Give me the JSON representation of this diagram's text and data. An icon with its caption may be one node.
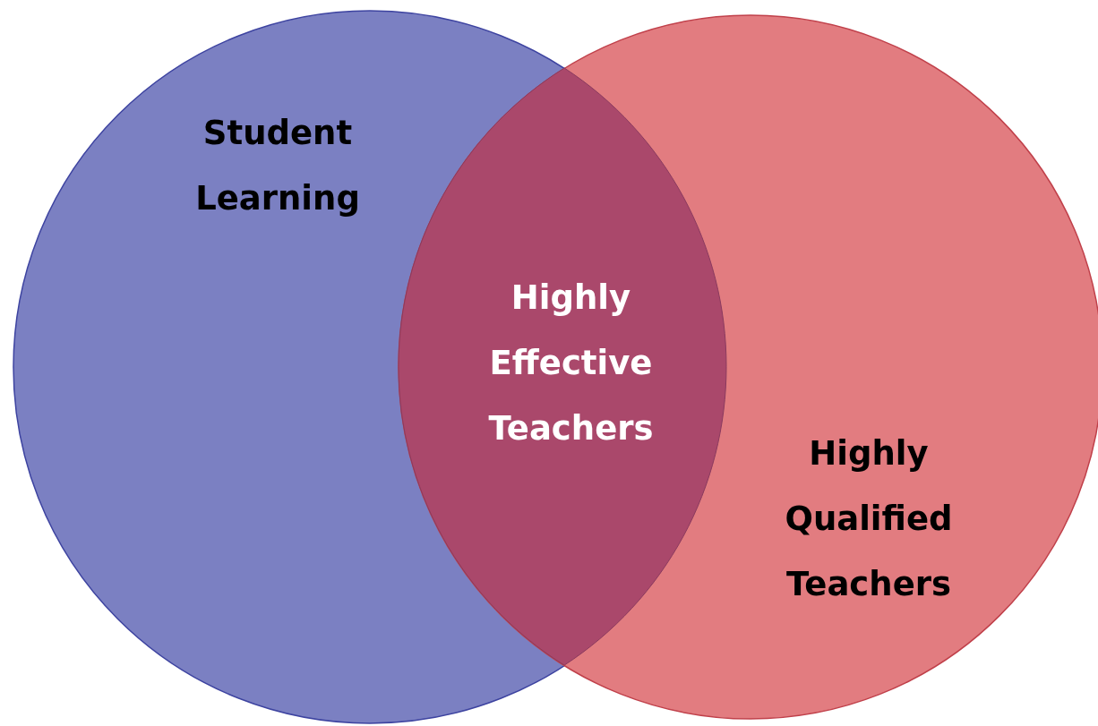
{
  "diagram": {
    "nodes": [
      {
        "text": [
          "Student Learning"
        ]
      },
      {
        "text": [
          "Highly Qualified Teachers"
        ]
      },
      {
        "text": [
          "Highly Effective Teachers"
        ]
      }
    ]
  }
}
